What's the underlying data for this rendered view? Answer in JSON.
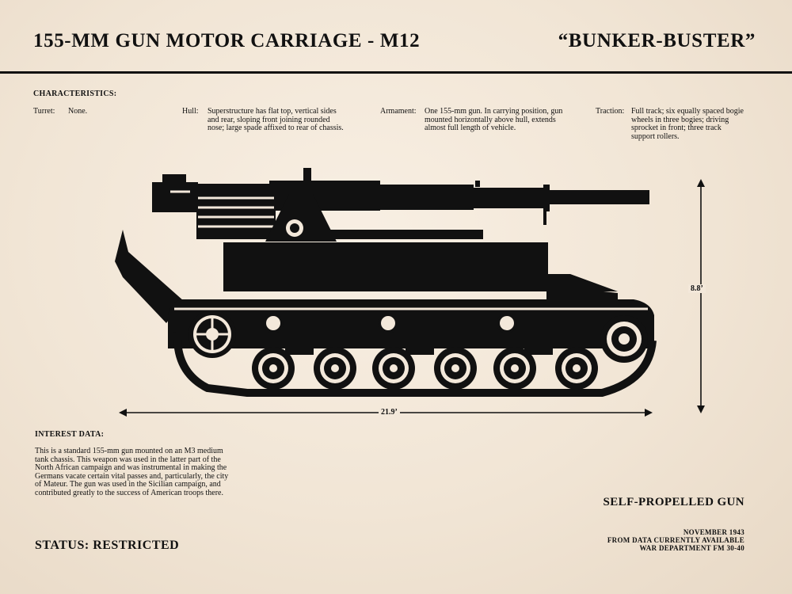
{
  "header": {
    "title": "155-MM GUN MOTOR CARRIAGE - M12",
    "nickname": "“BUNKER-BUSTER”"
  },
  "characteristics": {
    "heading": "CHARACTERISTICS:",
    "turret": {
      "label": "Turret:",
      "text": "None."
    },
    "hull": {
      "label": "Hull:",
      "text": "Superstructure has flat top, vertical sides and rear, sloping front joining rounded nose; large spade affixed to rear of chassis."
    },
    "armament": {
      "label": "Armament:",
      "text": "One 155-mm gun. In carrying position, gun mounted horizontally above hull, extends almost full length of vehicle."
    },
    "traction": {
      "label": "Traction:",
      "text": "Full track; six equally spaced bogie wheels in three bogies; driving sprocket in front; three track support rollers."
    }
  },
  "dimensions": {
    "length": "21.9’",
    "height": "8.8’"
  },
  "interest": {
    "heading": "INTEREST DATA:",
    "text": "This is a standard 155-mm gun mounted on an M3 medium tank chassis. This weapon was used in the latter part of the North African campaign and was instrumental in making the Germans vacate certain vital passes and, particularly, the city of Mateur. The gun was used in the Sicilian campaign, and contributed greatly to the success of American troops there."
  },
  "status": "STATUS: RESTRICTED",
  "classification": "SELF-PROPELLED GUN",
  "source": {
    "date": "NOVEMBER 1943",
    "line2": "FROM DATA CURRENTLY AVAILABLE",
    "line3": "WAR DEPARTMENT FM 30-40"
  },
  "colors": {
    "ink": "#111111",
    "paper": "#f3e8da"
  }
}
